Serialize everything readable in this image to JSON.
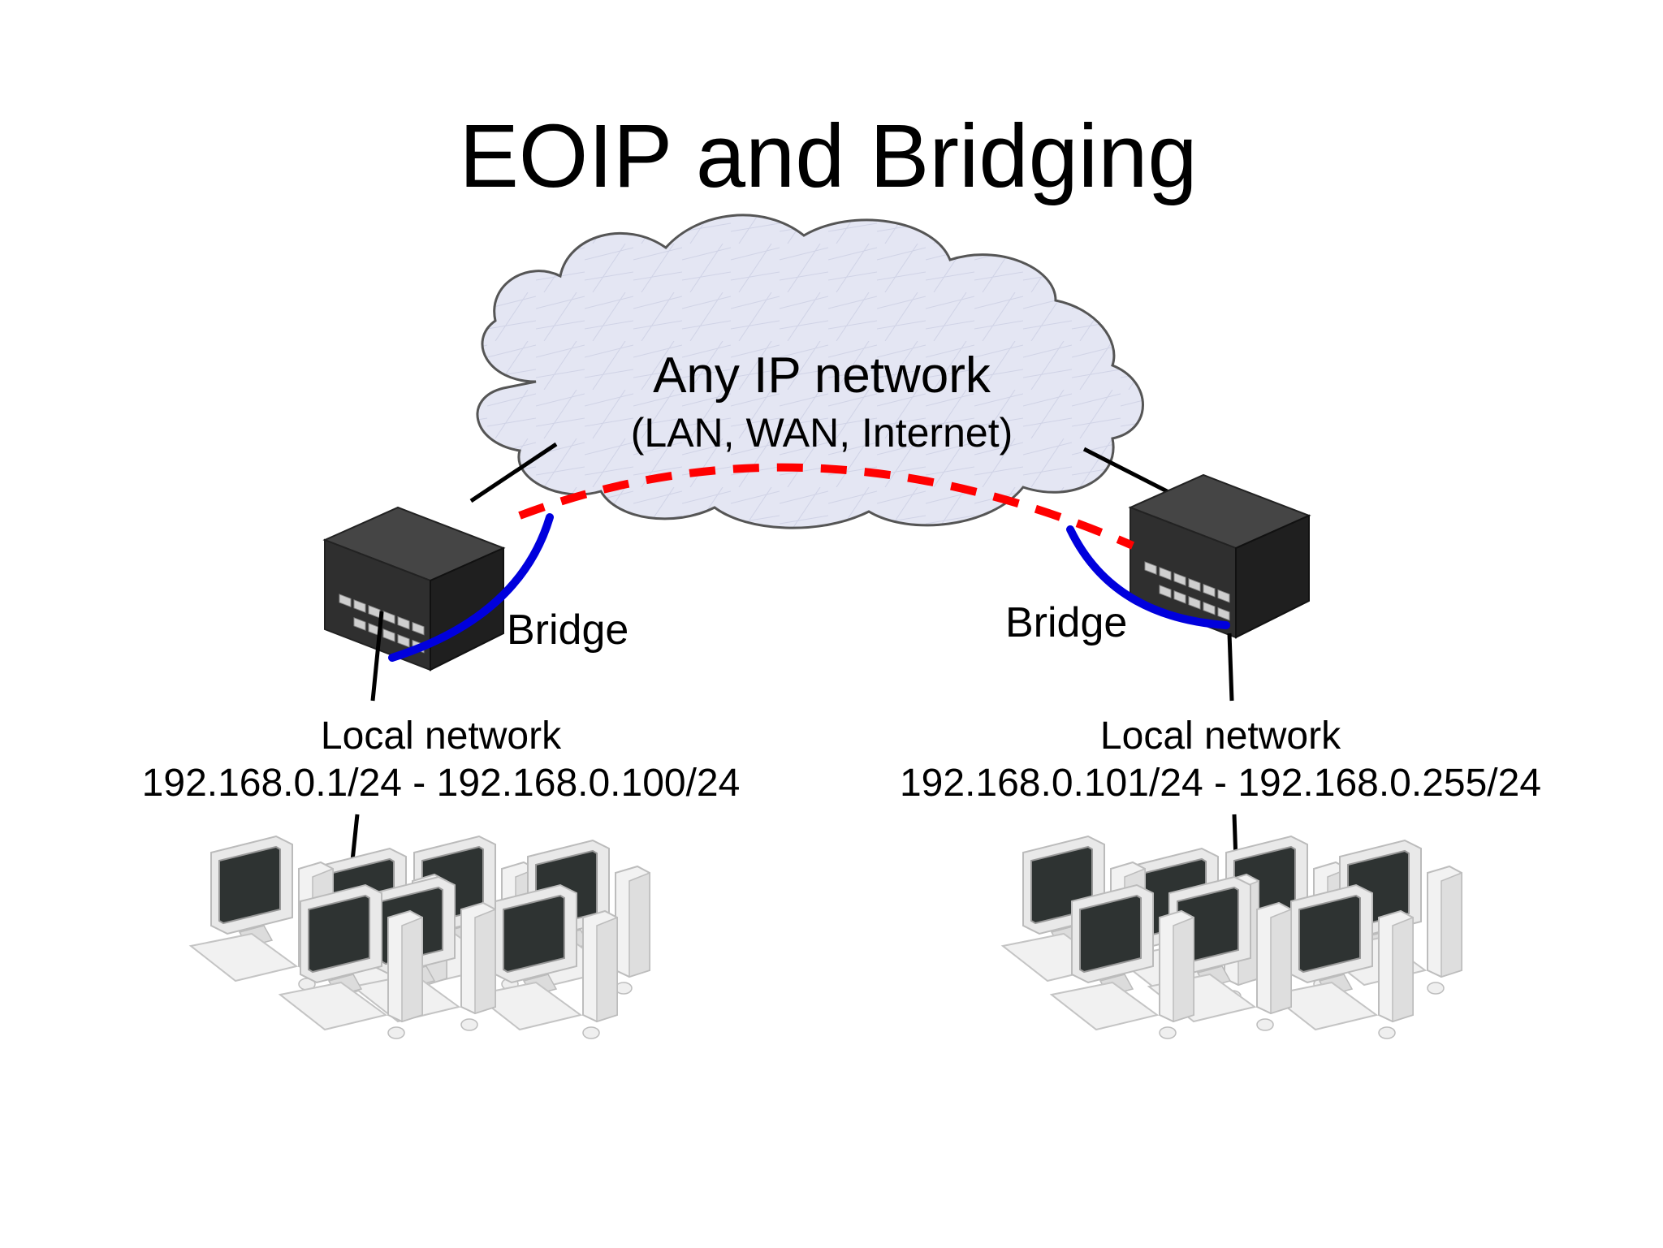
{
  "title": "EOIP and Bridging",
  "cloud": {
    "title": "Any IP network",
    "subtitle": "(LAN, WAN, Internet)"
  },
  "bridge_left": {
    "label": "Bridge"
  },
  "bridge_right": {
    "label": "Bridge"
  },
  "network_left": {
    "label": "Local network",
    "range": "192.168.0.1/24 - 192.168.0.100/24"
  },
  "network_right": {
    "label": "Local network",
    "range": "192.168.0.101/24 - 192.168.0.255/24"
  },
  "colors": {
    "tunnel": "#ff0000",
    "bridge_link": "#0000dd",
    "cable": "#000000",
    "cloud_fill": "#e4e6f3",
    "router_body": "#3a3a3a"
  }
}
